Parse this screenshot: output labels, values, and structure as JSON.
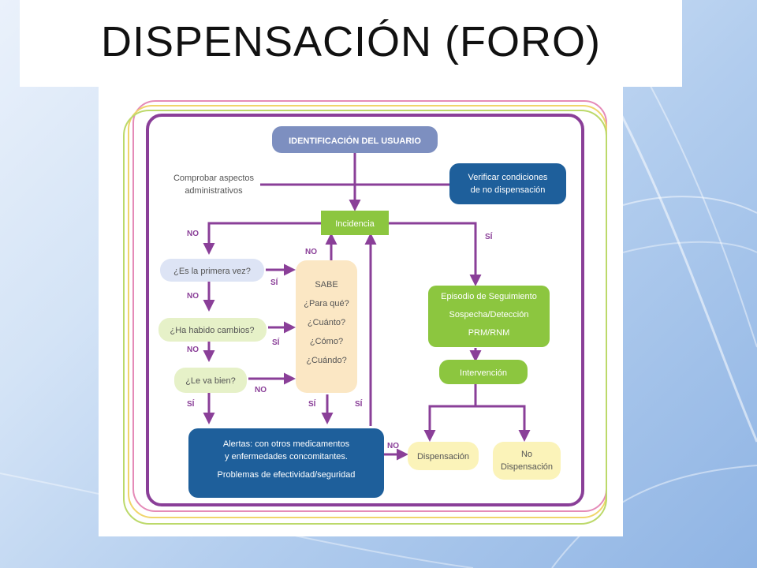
{
  "slide": {
    "title": "DISPENSACIÓN (FORO)"
  },
  "diagram": {
    "nodes": {
      "identificacion": "IDENTIFICACIÓN DEL USUARIO",
      "comprobar_line1": "Comprobar aspectos",
      "comprobar_line2": "administrativos",
      "verificar_line1": "Verificar condiciones",
      "verificar_line2": "de no dispensación",
      "incidencia": "Incidencia",
      "primera_vez": "¿Es la primera vez?",
      "cambios": "¿Ha habido cambios?",
      "va_bien": "¿Le va bien?",
      "sabe_lines": [
        "SABE",
        "¿Para qué?",
        "¿Cuánto?",
        "¿Cómo?",
        "¿Cuándo?"
      ],
      "episodio_lines": [
        "Episodio de Seguimiento",
        "Sospecha/Detección",
        "PRM/RNM"
      ],
      "intervencion": "Intervención",
      "alertas_lines": [
        "Alertas: con otros medicamentos",
        "y enfermedades concomitantes.",
        "Problemas de efectividad/seguridad"
      ],
      "dispensacion": "Dispensación",
      "no_dispensacion_line1": "No",
      "no_dispensacion_line2": "Dispensación"
    },
    "labels": {
      "no": "NO",
      "si": "SÍ"
    },
    "colors": {
      "purple": "#8a3f98",
      "dark_blue": "#1e5f9b",
      "slate": "#7d8fc0",
      "light_lavender": "#dde4f5",
      "green": "#8cc63f",
      "light_green": "#e6f1c8",
      "peach": "#fbe7c4",
      "pale_yellow": "#fbf3b9"
    }
  }
}
